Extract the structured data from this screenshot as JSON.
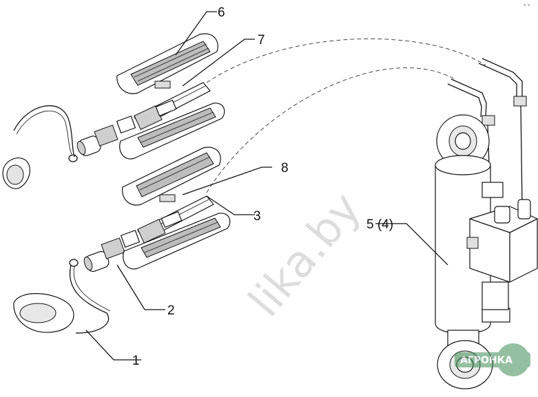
{
  "callouts": {
    "c1": "1",
    "c2": "2",
    "c3": "3",
    "c5": "5 (4)",
    "c6": "6",
    "c7": "7",
    "c8": "8"
  },
  "watermark": {
    "text": "lika.by",
    "seal": "АГРОНКА"
  },
  "corner_mark": "- -"
}
